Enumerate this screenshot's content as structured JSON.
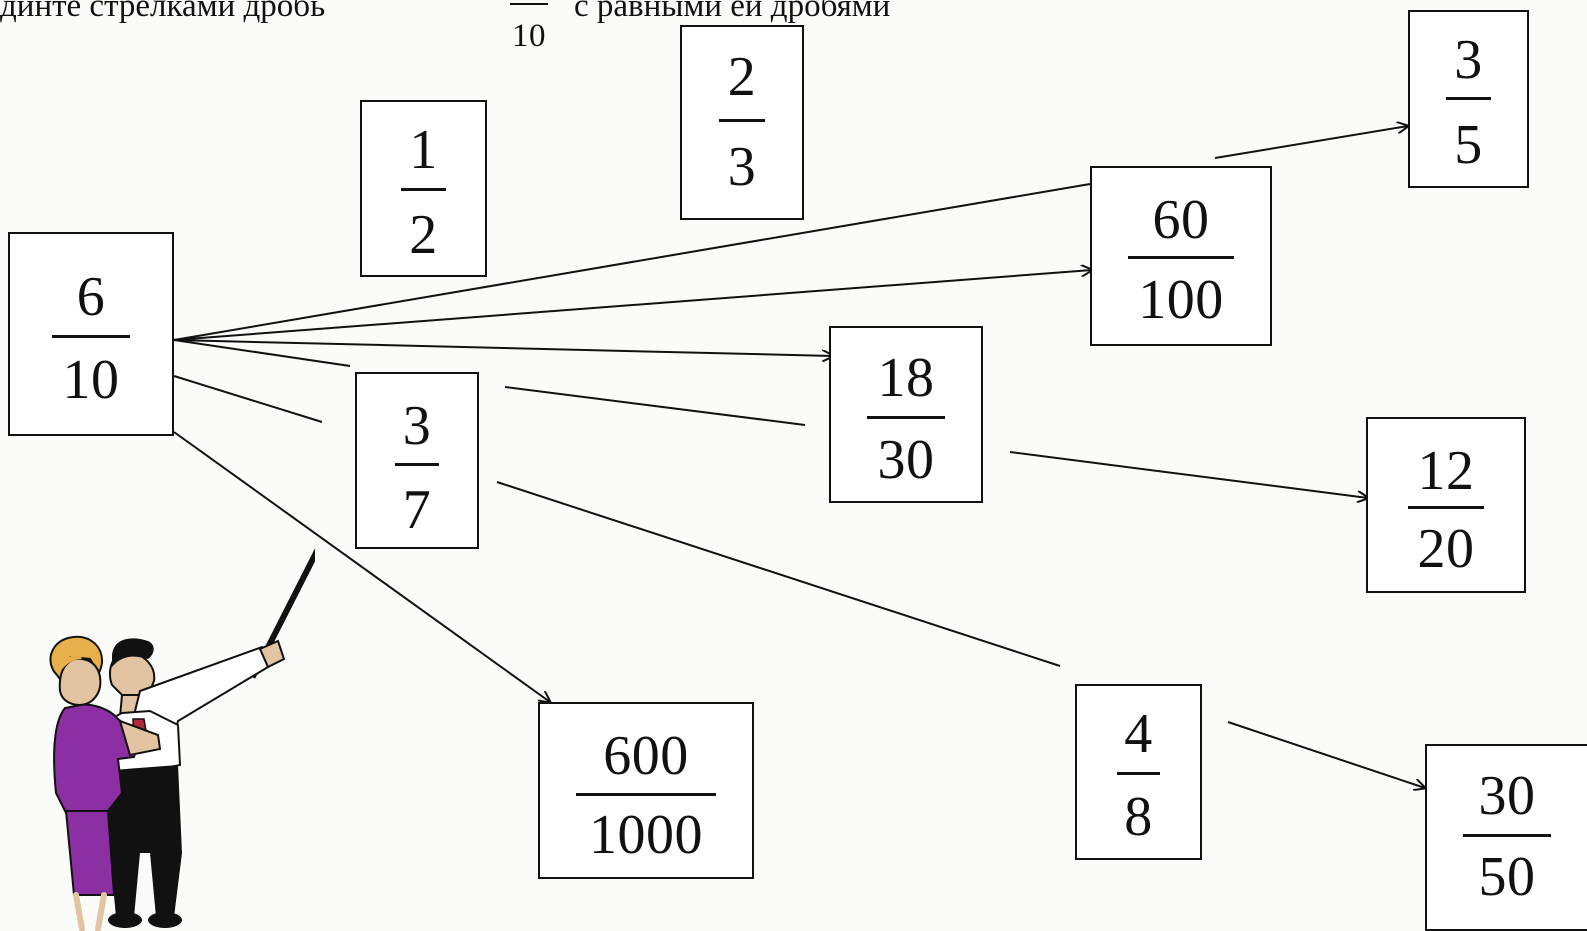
{
  "header": {
    "text_left": "динте стрелками дробь",
    "fraction_denominator": "10",
    "text_right": "с равными ей дробями"
  },
  "fractions": {
    "source": {
      "numerator": "6",
      "denominator": "10"
    },
    "one_half": {
      "numerator": "1",
      "denominator": "2"
    },
    "two_thirds": {
      "numerator": "2",
      "denominator": "3"
    },
    "three_fifths": {
      "numerator": "3",
      "denominator": "5"
    },
    "sixty_hundred": {
      "numerator": "60",
      "denominator": "100"
    },
    "eighteen_thirty": {
      "numerator": "18",
      "denominator": "30"
    },
    "three_sevenths": {
      "numerator": "3",
      "denominator": "7"
    },
    "twelve_twenty": {
      "numerator": "12",
      "denominator": "20"
    },
    "six_hundred_thousand": {
      "numerator": "600",
      "denominator": "1000"
    },
    "four_eighths": {
      "numerator": "4",
      "denominator": "8"
    },
    "thirty_fifty": {
      "numerator": "30",
      "denominator": "50"
    }
  },
  "colors": {
    "ink": "#111111",
    "paper": "#fbfbfa",
    "woman_suit": "#8b2fa3",
    "man_shirt": "#ffffff",
    "tie": "#b02a3a",
    "hair_blonde": "#e8b04a"
  }
}
